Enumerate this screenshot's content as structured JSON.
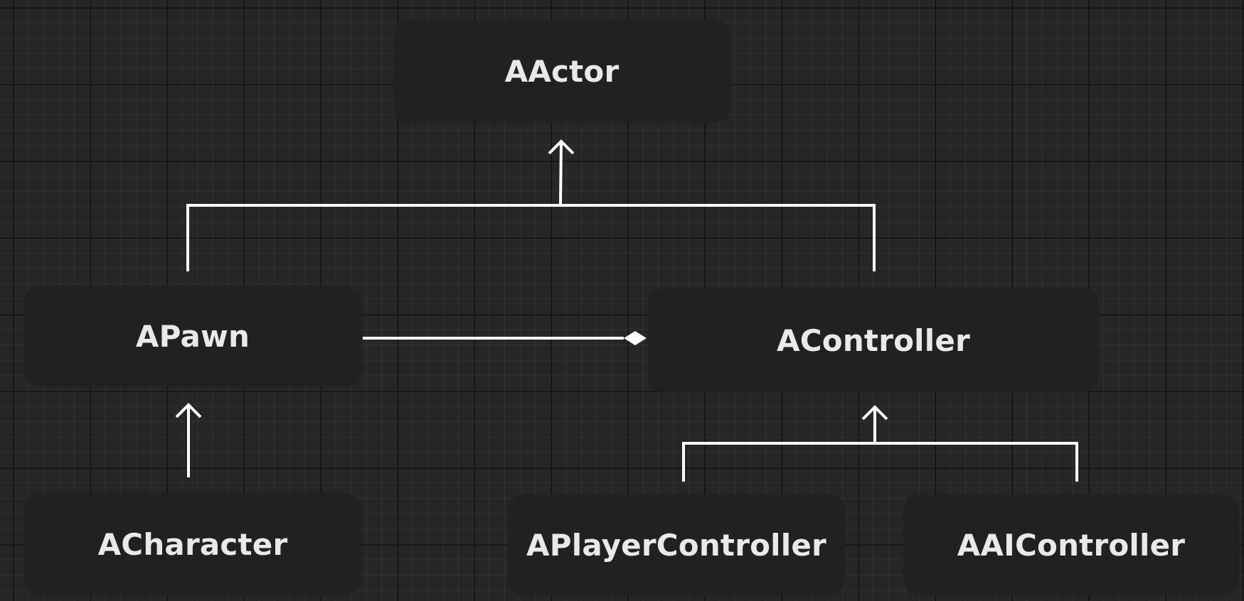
{
  "diagram": {
    "nodes": {
      "aactor": "AActor",
      "apawn": "APawn",
      "acontroller": "AController",
      "acharacter": "ACharacter",
      "aplayercontroller": "APlayerController",
      "aaicontroller": "AAIController"
    },
    "edges": [
      {
        "from": "APawn",
        "to": "AActor",
        "kind": "inheritance"
      },
      {
        "from": "AController",
        "to": "AActor",
        "kind": "inheritance"
      },
      {
        "from": "ACharacter",
        "to": "APawn",
        "kind": "inheritance"
      },
      {
        "from": "APlayerController",
        "to": "AController",
        "kind": "inheritance"
      },
      {
        "from": "AAIController",
        "to": "AController",
        "kind": "inheritance"
      },
      {
        "from": "APawn",
        "to": "AController",
        "kind": "aggregation"
      }
    ],
    "colors": {
      "background": "#262626",
      "node_fill": "#212121",
      "node_text": "#e9e9e9",
      "connector": "#ffffff"
    }
  }
}
